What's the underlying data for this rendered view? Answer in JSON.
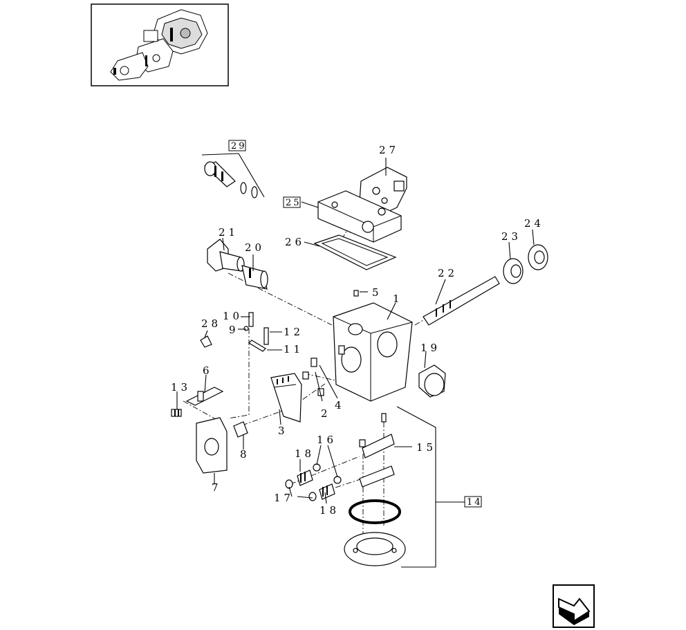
{
  "labels": {
    "l1": "1",
    "l2": "2",
    "l3": "3",
    "l4": "4",
    "l5": "5",
    "l6": "6",
    "l7": "7",
    "l8": "8",
    "l9": "9",
    "l10": "10",
    "l11": "11",
    "l12": "12",
    "l13": "13",
    "l15": "15",
    "l16": "16",
    "l17": "17",
    "l18a": "18",
    "l18b": "18",
    "l19": "19",
    "l20": "20",
    "l21": "21",
    "l22": "22",
    "l23": "23",
    "l24": "24",
    "l26": "26",
    "l27": "27",
    "l28": "28"
  },
  "boxed_labels": {
    "b14": "14",
    "b25": "25",
    "b29": "29"
  },
  "icons": {
    "thumbnail": "assembly-thumbnail-icon",
    "nav": "next-page-arrow-icon"
  }
}
